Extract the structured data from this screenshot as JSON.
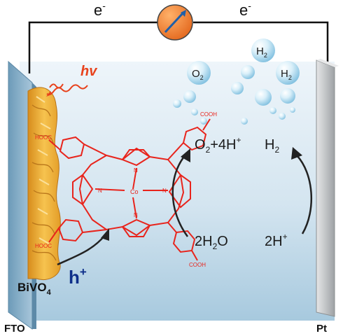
{
  "labels": {
    "electron_left": "e",
    "electron_right": "e",
    "electron_sup": "-",
    "photon": "hv",
    "hole": "h",
    "hole_sup": "+",
    "semiconductor": "BiVO",
    "semiconductor_sub": "4",
    "anode": "FTO",
    "cathode": "Pt"
  },
  "reactions": {
    "oxygen_product_a": "O",
    "oxygen_product_sub": "2",
    "oxygen_product_b": "+4H",
    "oxygen_product_sup": "+",
    "hydrogen_product": "H",
    "hydrogen_product_sub": "2",
    "water_coeff": "2H",
    "water_sub": "2",
    "water_tail": "O",
    "proton": "2H",
    "proton_sup": "+"
  },
  "bubbles": {
    "o2_main": "O",
    "o2_sub": "2",
    "h2_top": "H",
    "h2_top_sub": "2",
    "h2_right": "H",
    "h2_right_sub": "2"
  },
  "molecule": {
    "carboxyl_top_right": "COOH",
    "carboxyl_bottom_right": "COOH",
    "carboxyl_top_left": "HOOC",
    "carboxyl_bottom_left": "HOOC",
    "center_metal": "Co",
    "n_top": "N",
    "n_left": "N",
    "n_right": "N",
    "n_bottom": "N"
  },
  "colors": {
    "background_top": "#e6f0f7",
    "background_bottom": "#a9cbe0",
    "porphyrin": "#e8241c",
    "photon": "#e8421c",
    "hole": "#0e2f8a",
    "bivo4": "#f2b33a",
    "ammeter": "#ef7b2a",
    "ammeter_needle": "#2a6fb5",
    "fto_electrode": "#8fb6cf",
    "pt_electrode": "#c9ccce",
    "bubble": "#bfe3f4"
  },
  "icons": [
    "ammeter-icon",
    "photon-wave-icon"
  ]
}
